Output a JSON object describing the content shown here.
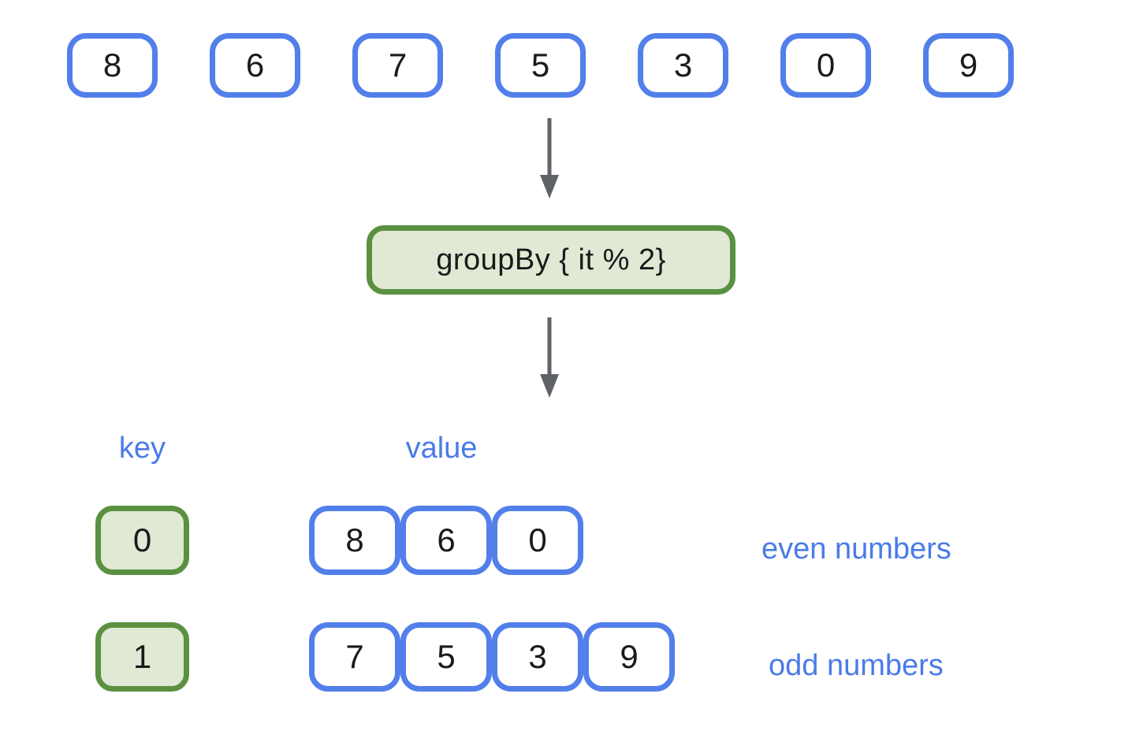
{
  "input_row": {
    "items": [
      "8",
      "6",
      "7",
      "5",
      "3",
      "0",
      "9"
    ]
  },
  "operation": {
    "label": "groupBy { it % 2}"
  },
  "headers": {
    "key": "key",
    "value": "value"
  },
  "groups": [
    {
      "key": "0",
      "values": [
        "8",
        "6",
        "0"
      ],
      "annotation": "even numbers"
    },
    {
      "key": "1",
      "values": [
        "7",
        "5",
        "3",
        "9"
      ],
      "annotation": "odd numbers"
    }
  ],
  "colors": {
    "box_border_blue": "#527FEA",
    "label_blue": "#4A7BE8",
    "green_border": "#5A9140",
    "green_fill": "#DFE9D4",
    "arrow_gray": "#5F6368",
    "text_black": "#1A1A1A",
    "background": "#FFFFFF"
  }
}
